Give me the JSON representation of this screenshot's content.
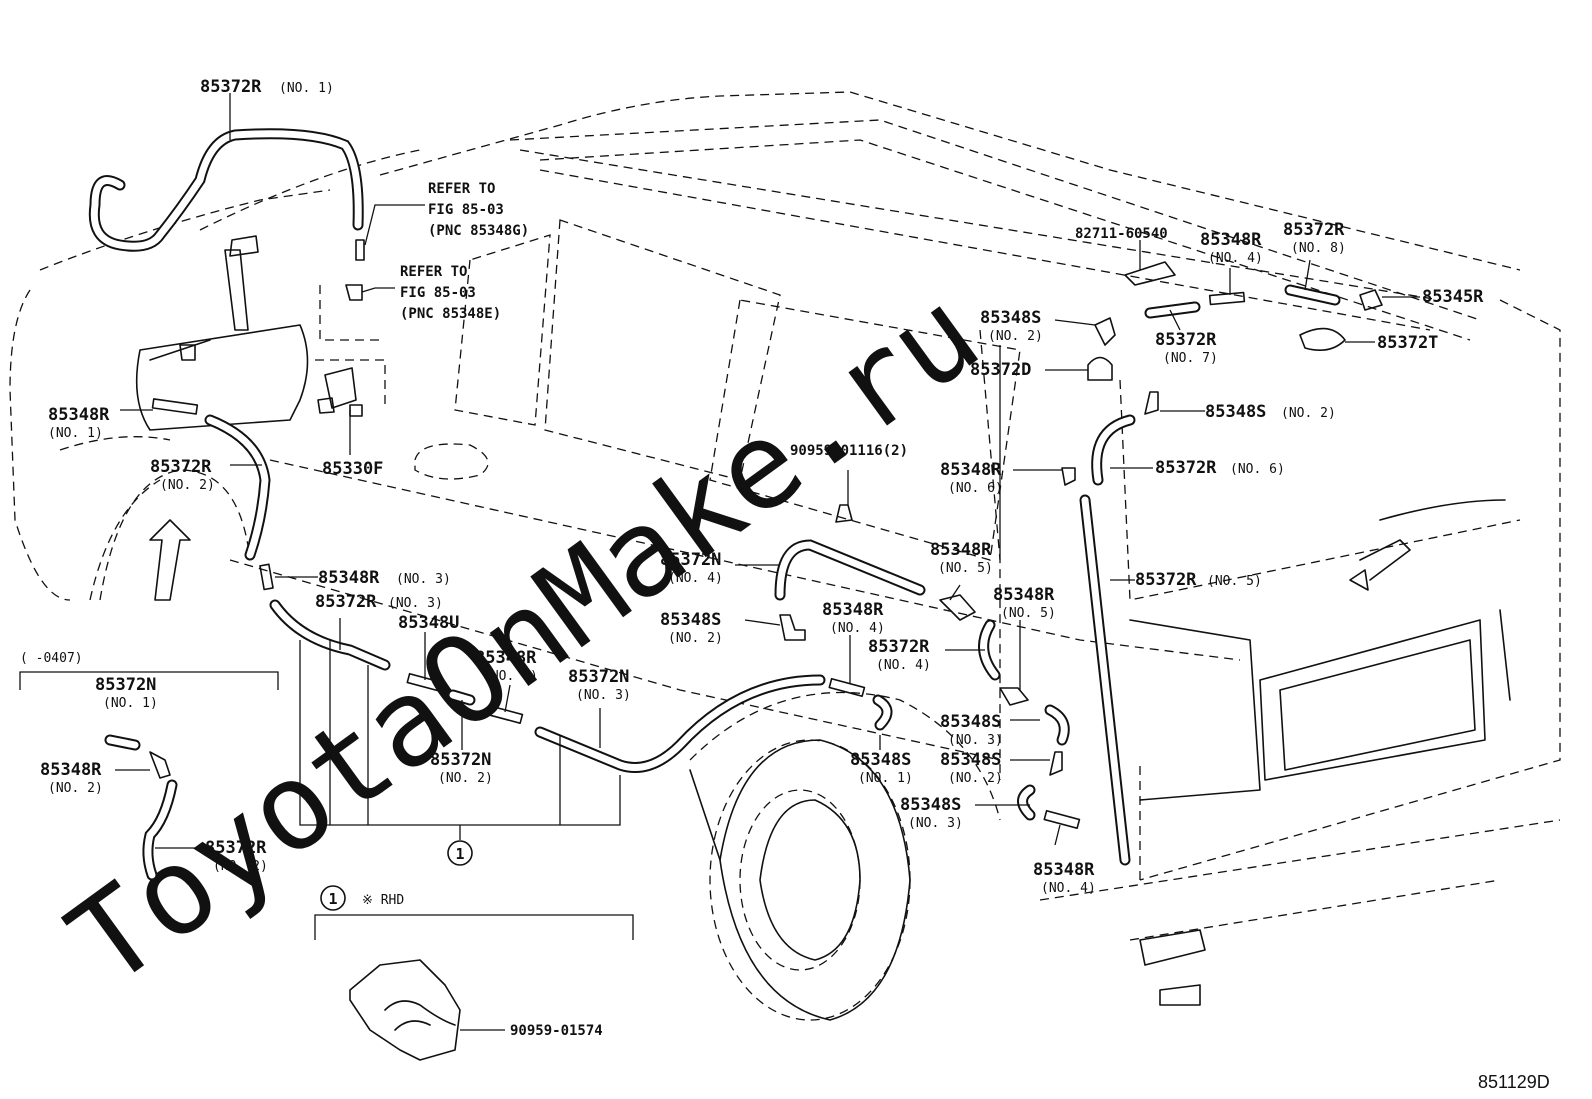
{
  "watermark": "ToyotaOnMake.ru",
  "diagram_id": "851129D",
  "variant_label": "(      -0407)",
  "rhd_label": "※ RHD",
  "group_marker": "1",
  "refs": [
    {
      "line1": "REFER TO",
      "line2": "FIG 85-03",
      "line3": "(PNC 85348G)"
    },
    {
      "line1": "REFER TO",
      "line2": "FIG 85-03",
      "line3": "(PNC 85348E)"
    }
  ],
  "callouts": [
    {
      "pn": "85372R",
      "sub": "(NO. 1)"
    },
    {
      "pn": "85348R",
      "sub": "(NO. 1)"
    },
    {
      "pn": "85372R",
      "sub": "(NO. 2)"
    },
    {
      "pn": "85330F",
      "sub": ""
    },
    {
      "pn": "85348R",
      "sub": "(NO. 3)"
    },
    {
      "pn": "85372R",
      "sub": "(NO. 3)"
    },
    {
      "pn": "85348U",
      "sub": ""
    },
    {
      "pn": "85348R",
      "sub": "(NO. 4)"
    },
    {
      "pn": "85372N",
      "sub": "(NO. 3)"
    },
    {
      "pn": "85372N",
      "sub": "(NO. 2)"
    },
    {
      "pn": "85372N",
      "sub": "(NO. 1)"
    },
    {
      "pn": "85348R",
      "sub": "(NO. 2)"
    },
    {
      "pn": "85372R",
      "sub": "(NO. 2)"
    },
    {
      "pn": "90959-01574",
      "sub": ""
    },
    {
      "pn": "90959-01116(2)",
      "sub": ""
    },
    {
      "pn": "85372N",
      "sub": "(NO. 4)"
    },
    {
      "pn": "85348S",
      "sub": "(NO. 2)"
    },
    {
      "pn": "85348R",
      "sub": "(NO. 4)"
    },
    {
      "pn": "85372R",
      "sub": "(NO. 4)"
    },
    {
      "pn": "85348S",
      "sub": "(NO. 1)"
    },
    {
      "pn": "85348R",
      "sub": "(NO. 5)"
    },
    {
      "pn": "85348R",
      "sub": "(NO. 5)"
    },
    {
      "pn": "85348S",
      "sub": "(NO. 3)"
    },
    {
      "pn": "85348S",
      "sub": "(NO. 2)"
    },
    {
      "pn": "85348S",
      "sub": "(NO. 3)"
    },
    {
      "pn": "85348R",
      "sub": "(NO. 4)"
    },
    {
      "pn": "85372R",
      "sub": "(NO. 5)"
    },
    {
      "pn": "85348R",
      "sub": "(NO. 6)"
    },
    {
      "pn": "85372R",
      "sub": "(NO. 6)"
    },
    {
      "pn": "85348S",
      "sub": "(NO. 2)"
    },
    {
      "pn": "85372D",
      "sub": ""
    },
    {
      "pn": "85348S",
      "sub": "(NO. 2)"
    },
    {
      "pn": "85372R",
      "sub": "(NO. 7)"
    },
    {
      "pn": "82711-60540",
      "sub": ""
    },
    {
      "pn": "85348R",
      "sub": "(NO. 4)"
    },
    {
      "pn": "85372R",
      "sub": "(NO. 8)"
    },
    {
      "pn": "85345R",
      "sub": ""
    },
    {
      "pn": "85372T",
      "sub": ""
    }
  ]
}
